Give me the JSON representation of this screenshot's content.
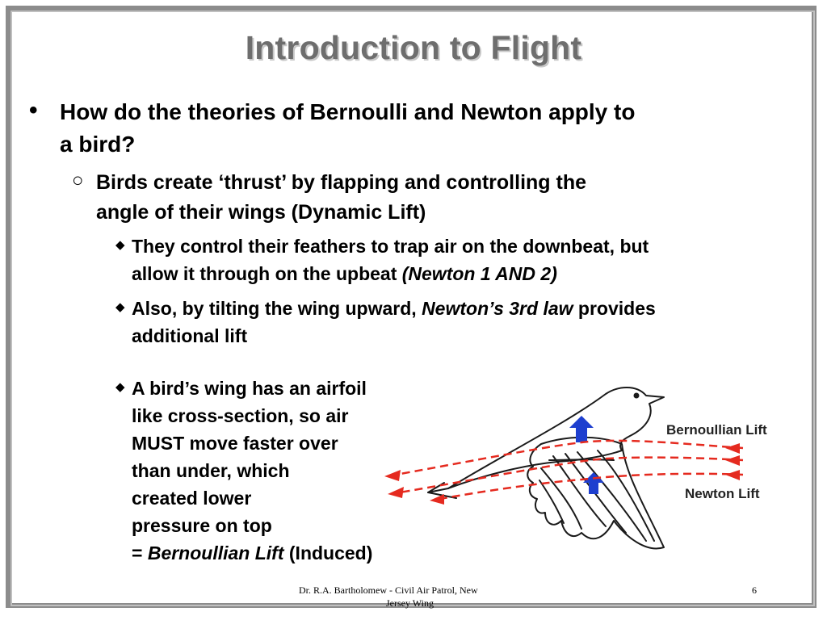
{
  "slide": {
    "title": "Introduction to Flight",
    "bullets": {
      "b1_line1": "How do the theories of  Bernoulli and Newton apply to",
      "b1_line2": "a bird?",
      "b2_line1": "Birds create ‘thrust’ by flapping and controlling the",
      "b2_line2": "angle of their wings (Dynamic Lift)",
      "b3_line1": "They control their feathers to trap air on the downbeat, but",
      "b3_line2_a": "allow it through on the upbeat ",
      "b3_line2_em": "(Newton 1 AND 2)",
      "b4_line1_a": "Also, by tilting the wing upward, ",
      "b4_line1_em": "Newton’s 3rd law",
      "b4_line1_b": " provides",
      "b4_line2": "additional lift",
      "b5_lines": [
        "A bird’s wing has an airfoil",
        "like cross-section, so air",
        "MUST move faster over",
        "than under, which",
        "created lower",
        "pressure on top"
      ],
      "b5_last_a": "= ",
      "b5_last_em": "Bernoullian Lift",
      "b5_last_b": " (Induced)"
    },
    "diagram": {
      "label_bernoulli": "Bernoullian Lift",
      "label_newton": "Newton Lift",
      "arrow_color": "#e52a1f",
      "lift_arrow_color": "#1e3fcf"
    },
    "footer": {
      "author_line1": "Dr. R.A. Bartholomew    -    Civil Air Patrol, New",
      "author_line2": "Jersey Wing",
      "page_number": "6"
    }
  }
}
